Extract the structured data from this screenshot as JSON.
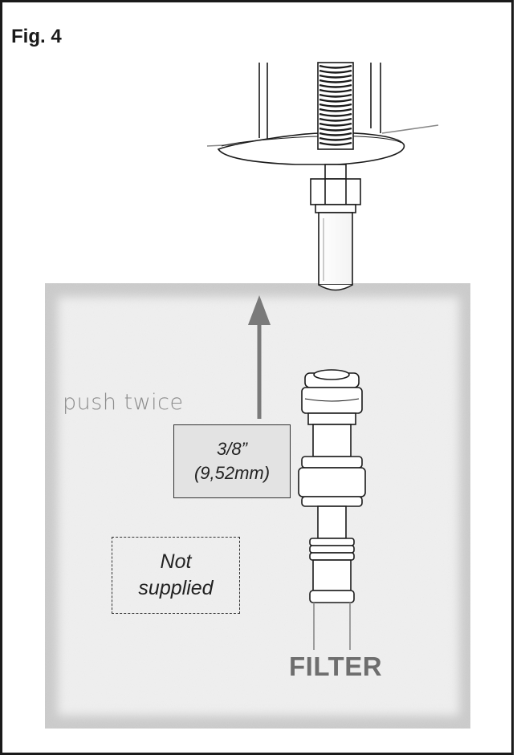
{
  "figure": {
    "title": "Fig. 4",
    "push_label": "push twice",
    "size_line1": "3/8”",
    "size_line2": "(9,52mm)",
    "not_supplied_line1": "Not",
    "not_supplied_line2": "supplied",
    "filter_label": "FILTER"
  },
  "colors": {
    "frame": "#1a1a1a",
    "panel": "#f2f2f2",
    "arrow": "#7a7a7a",
    "filter_text": "#6e6e6e"
  }
}
